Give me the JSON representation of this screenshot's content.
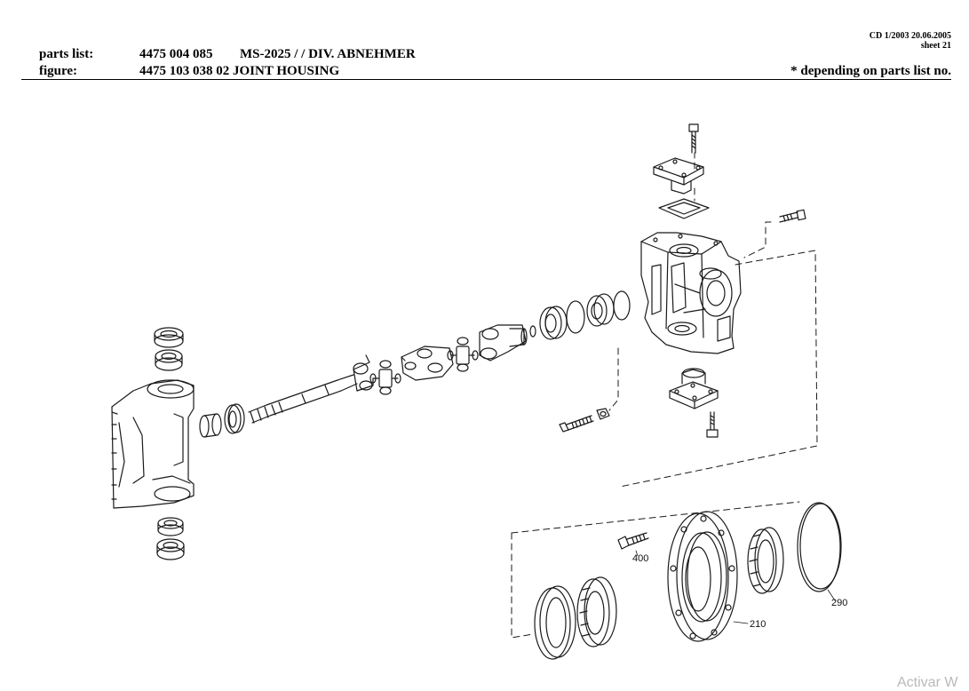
{
  "header": {
    "doc_ref": "CD 1/2003 20.06.2005",
    "sheet": "sheet 21",
    "parts_list_label": "parts list:",
    "parts_list_number": "4475 004 085",
    "parts_list_desc": "MS-2025 /  / DIV. ABNEHMER",
    "figure_label": "figure:",
    "figure_value": "4475 103 038 02 JOINT HOUSING",
    "note": "*  depending on parts list no."
  },
  "callouts": {
    "c400": "400",
    "c210": "210",
    "c290": "290"
  },
  "watermark": "Activar W",
  "colors": {
    "line": "#1a1a1a",
    "paper": "#ffffff"
  }
}
